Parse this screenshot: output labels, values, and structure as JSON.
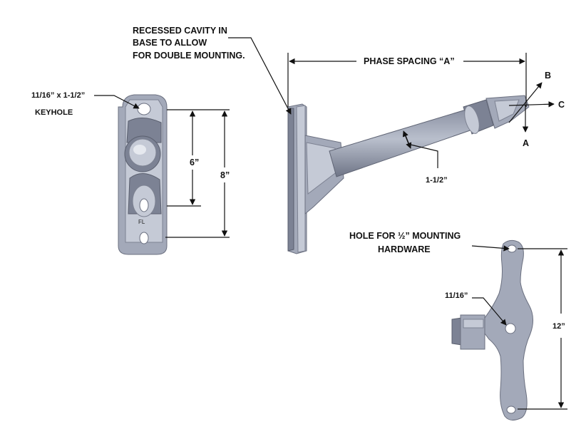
{
  "labels": {
    "recessed_line1": "RECESSED CAVITY IN",
    "recessed_line2": "BASE TO ALLOW",
    "recessed_line3": "FOR DOUBLE MOUNTING.",
    "phase_spacing": "PHASE SPACING “A”",
    "keyhole_line1": "11/16” x 1-1/2”",
    "keyhole_line2": "KEYHOLE",
    "dim_6": "6”",
    "dim_8": "8”",
    "dim_1_5": "1-1/2”",
    "axis_a": "A",
    "axis_b": "B",
    "axis_c": "C",
    "hole_line1": "HOLE FOR ½” MOUNTING",
    "hole_line2": "HARDWARE",
    "dim_11_16": "11/16”",
    "dim_12": "12”",
    "centerline": "FL"
  },
  "colors": {
    "part_fill": "#a3a9b9",
    "part_dark": "#7c8294",
    "part_light": "#c5cad6",
    "ink": "#111111"
  }
}
